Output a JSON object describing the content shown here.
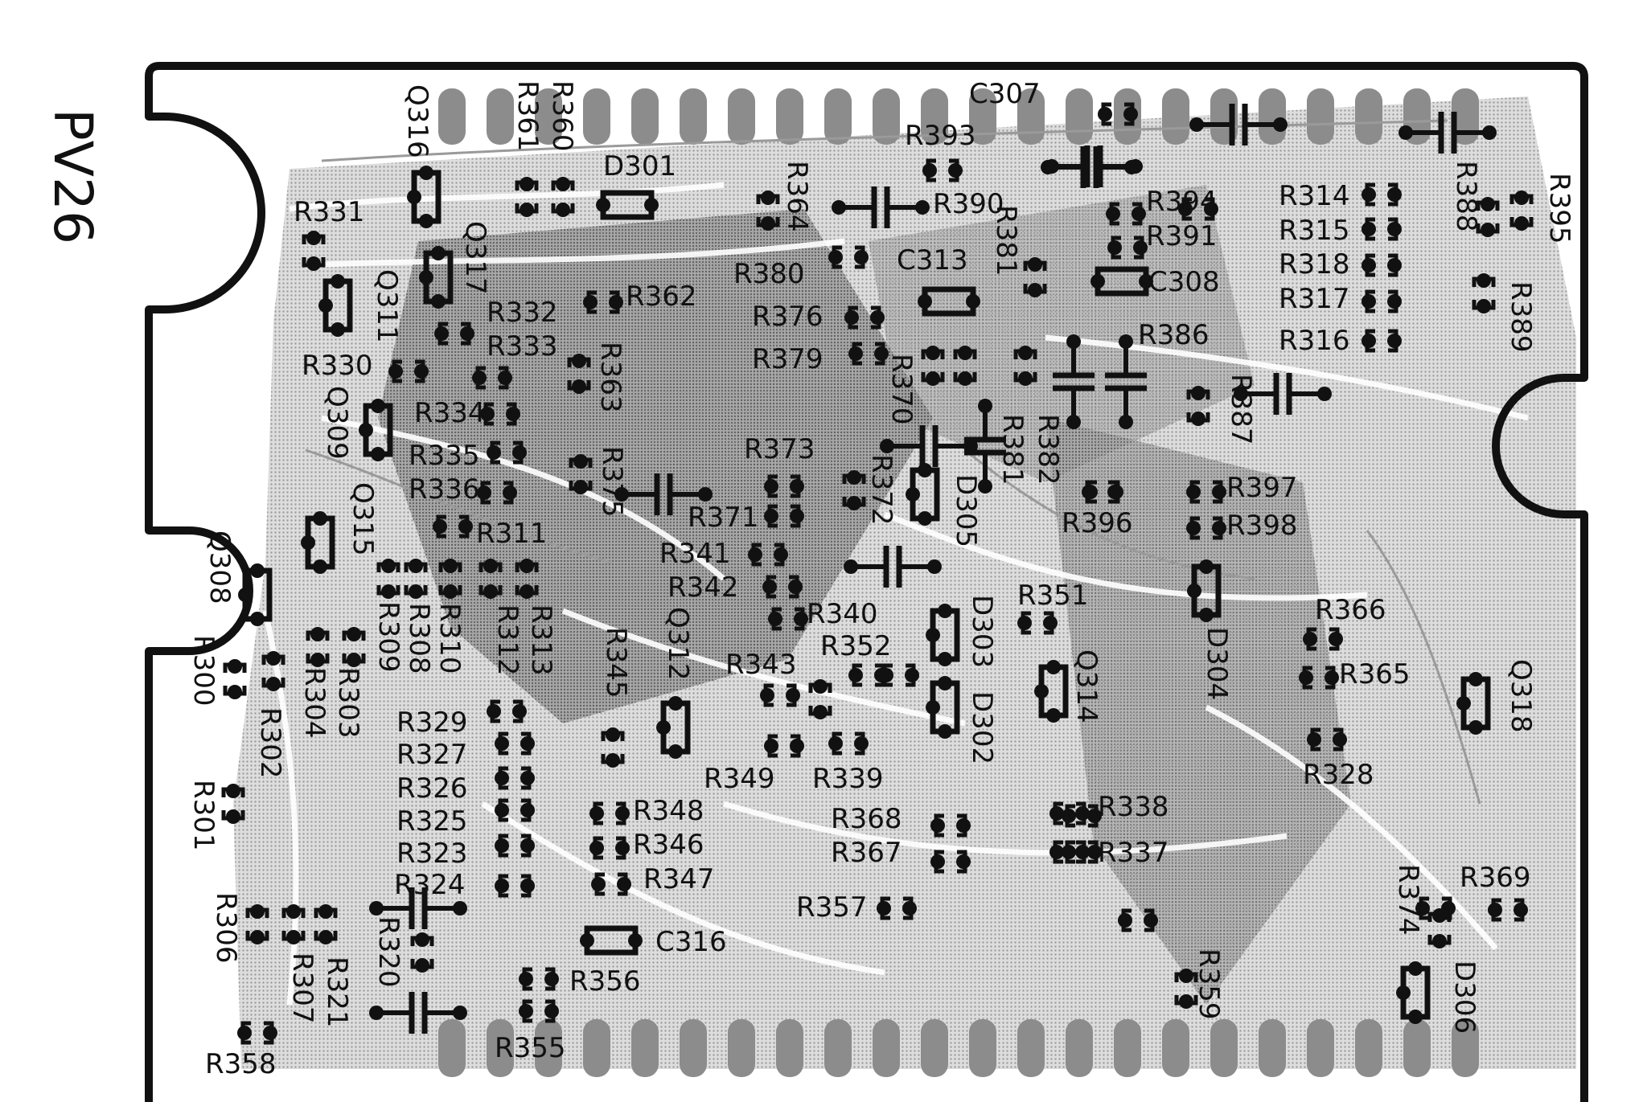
{
  "board_title": "PV26",
  "colors": {
    "ink": "#111111",
    "trace": "#b9b9b9",
    "copper": "#8f8f8f",
    "paper": "#ffffff"
  },
  "horizontal_labels": [
    {
      "id": "C307",
      "text": "C307"
    },
    {
      "id": "R393",
      "text": "R393"
    },
    {
      "id": "D301",
      "text": "D301"
    },
    {
      "id": "R331",
      "text": "R331"
    },
    {
      "id": "R390",
      "text": "R390"
    },
    {
      "id": "R394",
      "text": "R394"
    },
    {
      "id": "R391",
      "text": "R391"
    },
    {
      "id": "R314",
      "text": "R314"
    },
    {
      "id": "R315",
      "text": "R315"
    },
    {
      "id": "R318",
      "text": "R318"
    },
    {
      "id": "R317",
      "text": "R317"
    },
    {
      "id": "R316",
      "text": "R316"
    },
    {
      "id": "R380",
      "text": "R380"
    },
    {
      "id": "C313",
      "text": "C313"
    },
    {
      "id": "C308",
      "text": "C308"
    },
    {
      "id": "R362",
      "text": "R362"
    },
    {
      "id": "R332",
      "text": "R332"
    },
    {
      "id": "R333",
      "text": "R333"
    },
    {
      "id": "R376",
      "text": "R376"
    },
    {
      "id": "R386",
      "text": "R386"
    },
    {
      "id": "R379",
      "text": "R379"
    },
    {
      "id": "R330",
      "text": "R330"
    },
    {
      "id": "R334",
      "text": "R334"
    },
    {
      "id": "R335",
      "text": "R335"
    },
    {
      "id": "R336",
      "text": "R336"
    },
    {
      "id": "R373",
      "text": "R373"
    },
    {
      "id": "R397",
      "text": "R397"
    },
    {
      "id": "R396",
      "text": "R396"
    },
    {
      "id": "R398",
      "text": "R398"
    },
    {
      "id": "R311",
      "text": "R311"
    },
    {
      "id": "R371",
      "text": "R371"
    },
    {
      "id": "R341",
      "text": "R341"
    },
    {
      "id": "R342",
      "text": "R342"
    },
    {
      "id": "R351",
      "text": "R351"
    },
    {
      "id": "R366",
      "text": "R366"
    },
    {
      "id": "R340",
      "text": "R340"
    },
    {
      "id": "R352",
      "text": "R352"
    },
    {
      "id": "R343",
      "text": "R343"
    },
    {
      "id": "R365",
      "text": "R365"
    },
    {
      "id": "R329",
      "text": "R329"
    },
    {
      "id": "R327",
      "text": "R327"
    },
    {
      "id": "R349",
      "text": "R349"
    },
    {
      "id": "R339",
      "text": "R339"
    },
    {
      "id": "R328",
      "text": "R328"
    },
    {
      "id": "R326",
      "text": "R326"
    },
    {
      "id": "R348",
      "text": "R348"
    },
    {
      "id": "R338",
      "text": "R338"
    },
    {
      "id": "R368",
      "text": "R368"
    },
    {
      "id": "R325",
      "text": "R325"
    },
    {
      "id": "R346",
      "text": "R346"
    },
    {
      "id": "R367",
      "text": "R367"
    },
    {
      "id": "R337",
      "text": "R337"
    },
    {
      "id": "R323",
      "text": "R323"
    },
    {
      "id": "R324",
      "text": "R324"
    },
    {
      "id": "R347",
      "text": "R347"
    },
    {
      "id": "R369",
      "text": "R369"
    },
    {
      "id": "R357",
      "text": "R357"
    },
    {
      "id": "C316",
      "text": "C316"
    },
    {
      "id": "R356",
      "text": "R356"
    },
    {
      "id": "R355",
      "text": "R355"
    },
    {
      "id": "R358",
      "text": "R358"
    }
  ],
  "vertical_labels": [
    {
      "id": "Q316",
      "text": "Q316"
    },
    {
      "id": "R361",
      "text": "R361"
    },
    {
      "id": "R360",
      "text": "R360"
    },
    {
      "id": "R364",
      "text": "R364"
    },
    {
      "id": "R381v",
      "text": "R381"
    },
    {
      "id": "R388",
      "text": "R388"
    },
    {
      "id": "R395",
      "text": "R395"
    },
    {
      "id": "Q317",
      "text": "Q317"
    },
    {
      "id": "Q311",
      "text": "Q311"
    },
    {
      "id": "R389",
      "text": "R389"
    },
    {
      "id": "R363",
      "text": "R363"
    },
    {
      "id": "R370",
      "text": "R370"
    },
    {
      "id": "R387",
      "text": "R387"
    },
    {
      "id": "Q309",
      "text": "Q309"
    },
    {
      "id": "R382",
      "text": "R382"
    },
    {
      "id": "R381",
      "text": "R381"
    },
    {
      "id": "R375",
      "text": "R375"
    },
    {
      "id": "R372",
      "text": "R372"
    },
    {
      "id": "D305",
      "text": "D305"
    },
    {
      "id": "Q315",
      "text": "Q315"
    },
    {
      "id": "Q308",
      "text": "Q308"
    },
    {
      "id": "R309",
      "text": "R309"
    },
    {
      "id": "R308",
      "text": "R308"
    },
    {
      "id": "R310",
      "text": "R310"
    },
    {
      "id": "R312",
      "text": "R312"
    },
    {
      "id": "R313",
      "text": "R313"
    },
    {
      "id": "R345",
      "text": "R345"
    },
    {
      "id": "Q312",
      "text": "Q312"
    },
    {
      "id": "D303",
      "text": "D303"
    },
    {
      "id": "D304",
      "text": "D304"
    },
    {
      "id": "Q314",
      "text": "Q314"
    },
    {
      "id": "D302",
      "text": "D302"
    },
    {
      "id": "Q318",
      "text": "Q318"
    },
    {
      "id": "R300",
      "text": "R300"
    },
    {
      "id": "R302",
      "text": "R302"
    },
    {
      "id": "R304",
      "text": "R304"
    },
    {
      "id": "R303",
      "text": "R303"
    },
    {
      "id": "R301",
      "text": "R301"
    },
    {
      "id": "R306",
      "text": "R306"
    },
    {
      "id": "R307",
      "text": "R307"
    },
    {
      "id": "R321",
      "text": "R321"
    },
    {
      "id": "R320",
      "text": "R320"
    },
    {
      "id": "R374",
      "text": "R374"
    },
    {
      "id": "R359",
      "text": "R359"
    },
    {
      "id": "D306",
      "text": "D306"
    }
  ]
}
